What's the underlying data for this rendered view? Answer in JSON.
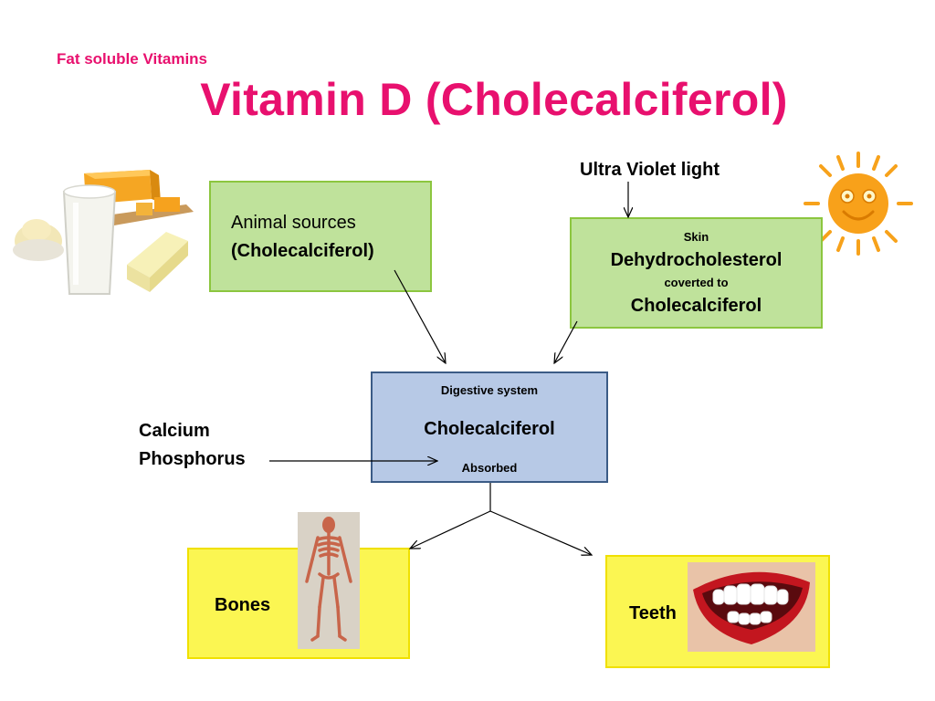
{
  "header": {
    "subtitle": "Fat soluble Vitamins",
    "title": "Vitamin D (Cholecalciferol)"
  },
  "nodes": {
    "animal_sources": {
      "line1": "Animal sources",
      "line2": "(Cholecalciferol)"
    },
    "uv_light": "Ultra Violet light",
    "skin": {
      "line1": "Skin",
      "line2": "Dehydrocholesterol",
      "line3": "coverted to",
      "line4": "Cholecalciferol"
    },
    "digestive": {
      "line1": "Digestive system",
      "line2": "Cholecalciferol",
      "line3": "Absorbed"
    },
    "minerals": {
      "line1": "Calcium",
      "line2": "Phosphorus"
    },
    "bones": "Bones",
    "teeth": "Teeth"
  },
  "colors": {
    "title": "#e8106e",
    "green_box": "#bfe29b",
    "blue_box": "#b7c9e6",
    "yellow_box": "#fbf652",
    "sun": "#f7a21b"
  },
  "images": {
    "dairy": "milk-cheese-butter-picture",
    "sun": "smiling-sun-picture",
    "skeleton": "skeleton-picture",
    "mouth": "smiling-mouth-teeth-picture"
  }
}
